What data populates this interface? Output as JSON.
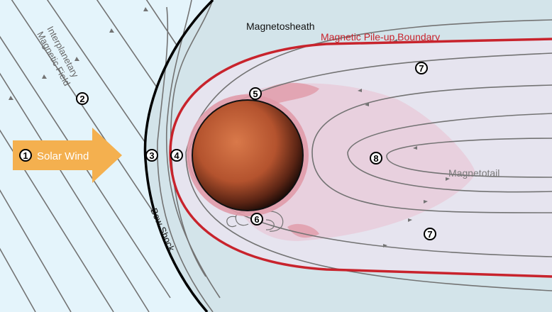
{
  "labels": {
    "magnetosheath": "Magnetosheath",
    "mpb": "Magnetic Pile-up Boundary",
    "imf_line1": "Interplanetary",
    "imf_line2": "Magnetic Field",
    "solar_wind": "Solar Wind",
    "bow_shock": "Bow Shock",
    "magnetotail": "Magnetotail"
  },
  "markers": [
    "1",
    "2",
    "3",
    "4",
    "5",
    "6",
    "7",
    "7",
    "8"
  ],
  "colors": {
    "solar_wind_bg": "#e4f4fb",
    "magnetosheath_bg": "#d3e4ea",
    "mpb_line": "#c8232c",
    "inner_bg": "#e6e4ef",
    "tail_pink": "#e8cdda",
    "arrow": "#f4b04f",
    "planet": "#c8643a"
  }
}
